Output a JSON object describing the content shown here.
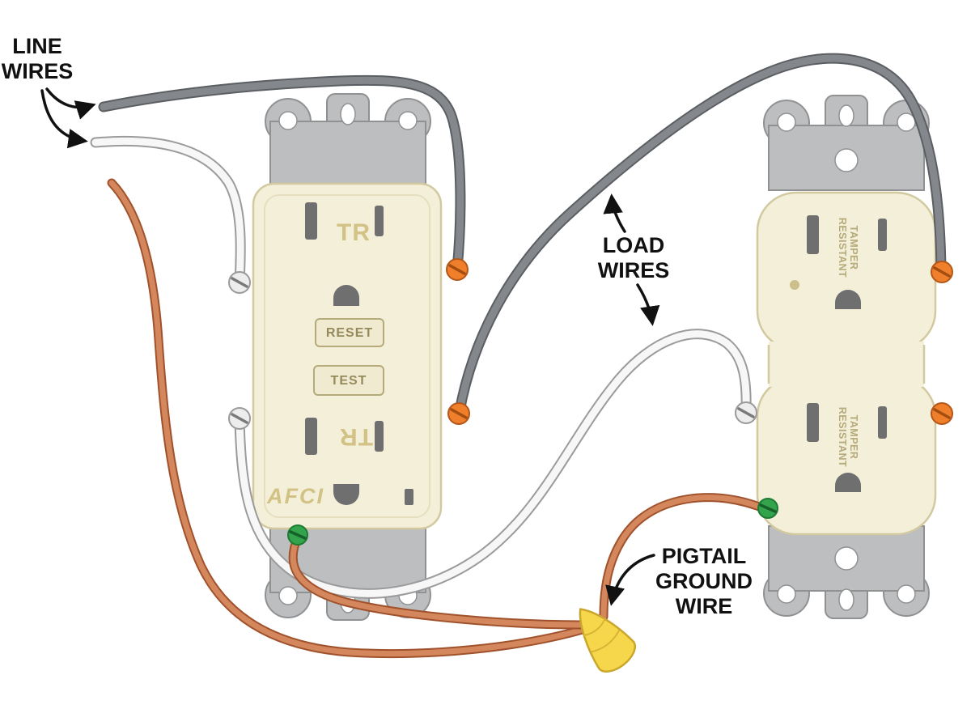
{
  "diagram": {
    "labels": {
      "line_wires": [
        "LINE",
        "WIRES"
      ],
      "load_wires": [
        "LOAD",
        "WIRES"
      ],
      "pigtail_ground_wire": [
        "PIGTAIL",
        "GROUND",
        "WIRE"
      ]
    },
    "afci_receptacle": {
      "tr_top": "TR",
      "reset_button": "RESET",
      "test_button": "TEST",
      "tr_bottom": "TR",
      "device_label": "AFCI"
    },
    "duplex_receptacle": {
      "tamper_label": [
        "TAMPER",
        "RESISTANT"
      ]
    },
    "colors": {
      "wire_gray": "#84878b",
      "wire_gray_outline": "#5b5e62",
      "wire_white": "#f7f7f7",
      "wire_white_outline": "#9b9b9b",
      "wire_copper": "#d4875c",
      "wire_copper_outline": "#a0522d",
      "outlet_body": "#f4efd9",
      "outlet_border": "#d3c9a0",
      "strap_gray": "#bcbec0",
      "strap_border": "#8f9193",
      "screw_orange": "#ef7f2a",
      "screw_silver": "#ededed",
      "ground_screw_green": "#33a44c",
      "wire_nut_yellow": "#f6d74c",
      "slot_dark": "#6f6f6f",
      "embossed_text_tan": "#d2c285",
      "label_text": "#111111"
    }
  }
}
